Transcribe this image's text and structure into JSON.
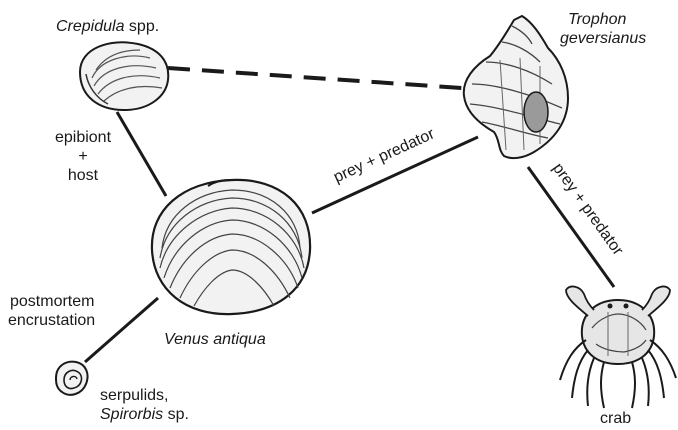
{
  "nodes": {
    "crepidula": {
      "name_italic": "Crepidula",
      "name_suffix": " spp.",
      "icon": "slipper-shell-icon"
    },
    "trophon": {
      "line1": "Trophon",
      "line2": "geversianus",
      "icon": "whelk-shell-icon"
    },
    "venus": {
      "name": "Venus antiqua",
      "icon": "clam-shell-icon"
    },
    "serpulids": {
      "line1": "serpulids,",
      "line2_italic": "Spirorbis",
      "line2_suffix": " sp.",
      "icon": "spiral-tube-worm-icon"
    },
    "crab": {
      "name": "crab",
      "icon": "crab-icon"
    }
  },
  "links": {
    "crepidula_venus": {
      "line1": "epibiont",
      "line2": "+",
      "line3": "host",
      "style": "solid"
    },
    "venus_trophon": {
      "label": "prey + predator",
      "style": "solid"
    },
    "trophon_crab": {
      "label": "prey + predator",
      "style": "solid"
    },
    "venus_serpulids": {
      "line1": "postmortem",
      "line2": "encrustation",
      "style": "solid"
    },
    "crepidula_trophon": {
      "style": "dashed"
    }
  },
  "colors": {
    "ink": "#1a1a1a",
    "shell_fill": "#f2f2f2",
    "shell_shade": "#9a9a9a",
    "background": "#ffffff"
  }
}
